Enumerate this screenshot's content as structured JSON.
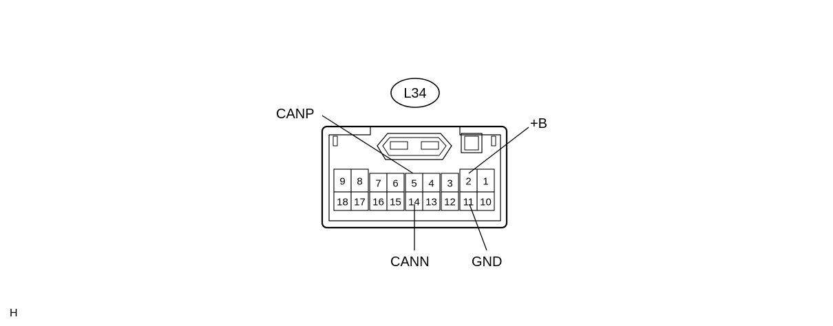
{
  "connector": {
    "code": "L34",
    "top_row_pins": [
      "9",
      "8",
      "7",
      "6",
      "5",
      "4",
      "3",
      "2",
      "1"
    ],
    "bottom_row_pins": [
      "18",
      "17",
      "16",
      "15",
      "14",
      "13",
      "12",
      "11",
      "10"
    ]
  },
  "signals": {
    "canp": "CANP",
    "plus_b": "+B",
    "cann": "CANN",
    "gnd": "GND"
  },
  "corner_label": "H"
}
